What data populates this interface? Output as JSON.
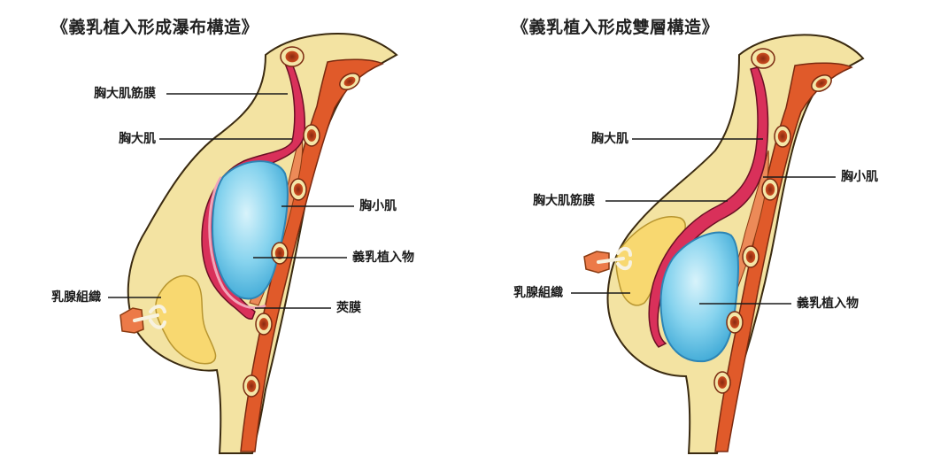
{
  "left_panel": {
    "title": "《義乳植入形成瀑布構造》",
    "labels": {
      "pec_major_fascia": "胸大肌筋膜",
      "pec_major": "胸大肌",
      "pec_minor": "胸小肌",
      "implant": "義乳植入物",
      "capsule": "莢膜",
      "gland": "乳腺組織"
    }
  },
  "right_panel": {
    "title": "《義乳植入形成雙層構造》",
    "labels": {
      "pec_major": "胸大肌",
      "pec_minor": "胸小肌",
      "pec_major_fascia": "胸大肌筋膜",
      "gland": "乳腺組織",
      "implant": "義乳植入物"
    }
  },
  "colors": {
    "tissue": "#f3e3a2",
    "tissue_outline": "#3a2a10",
    "muscle": "#d9305a",
    "minor_muscle": "#ec7a48",
    "rib": "#e05a2a",
    "implant": "#79cdea",
    "implant_light": "#c6ecf8",
    "gland": "#f8d870"
  }
}
